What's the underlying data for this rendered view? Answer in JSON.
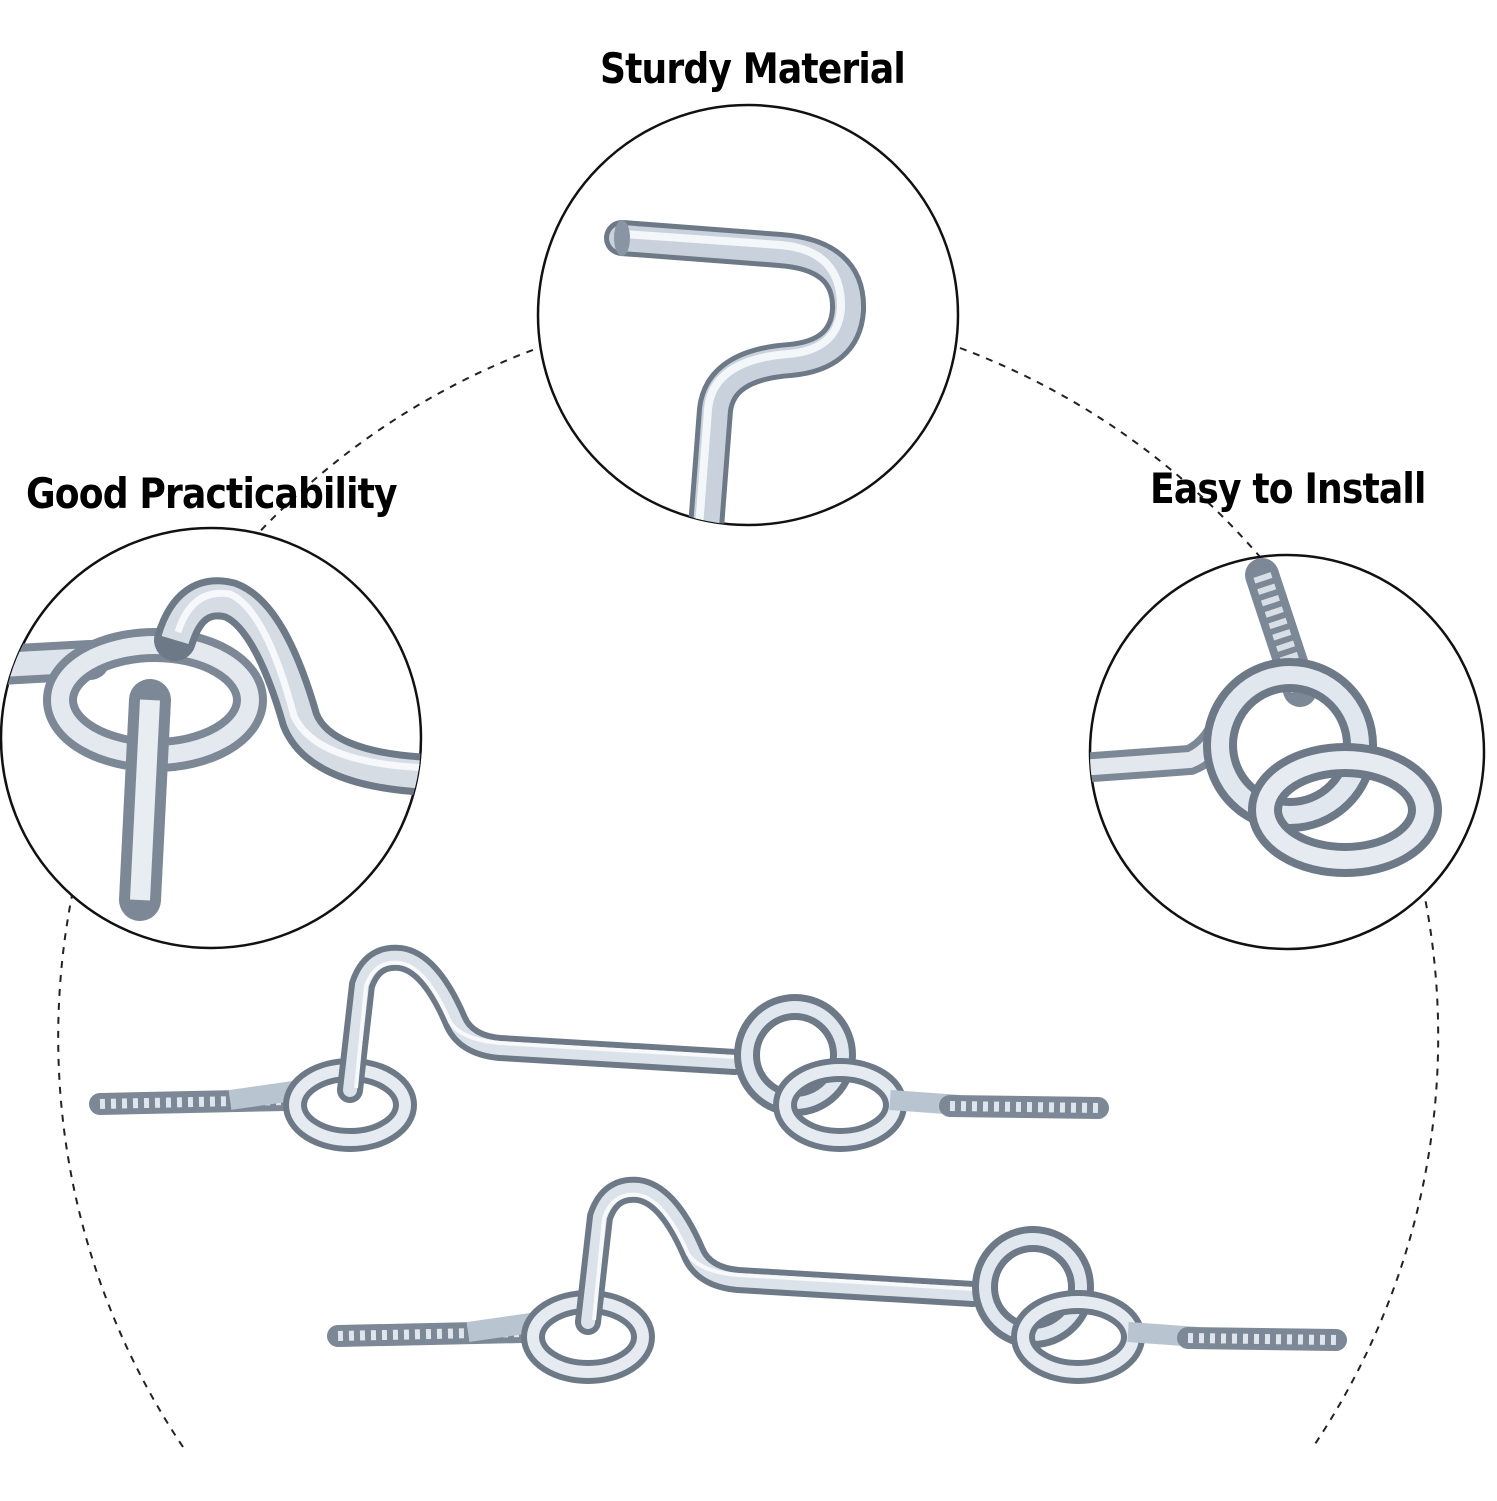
{
  "labels": {
    "sturdy": "Sturdy Material",
    "practicability": "Good Practicability",
    "install": "Easy to Install"
  },
  "colors": {
    "metal_light": "#eef2f6",
    "metal_mid": "#b8c4d0",
    "metal_dark": "#7c8896",
    "outline": "#111111",
    "dash": "#222222"
  }
}
